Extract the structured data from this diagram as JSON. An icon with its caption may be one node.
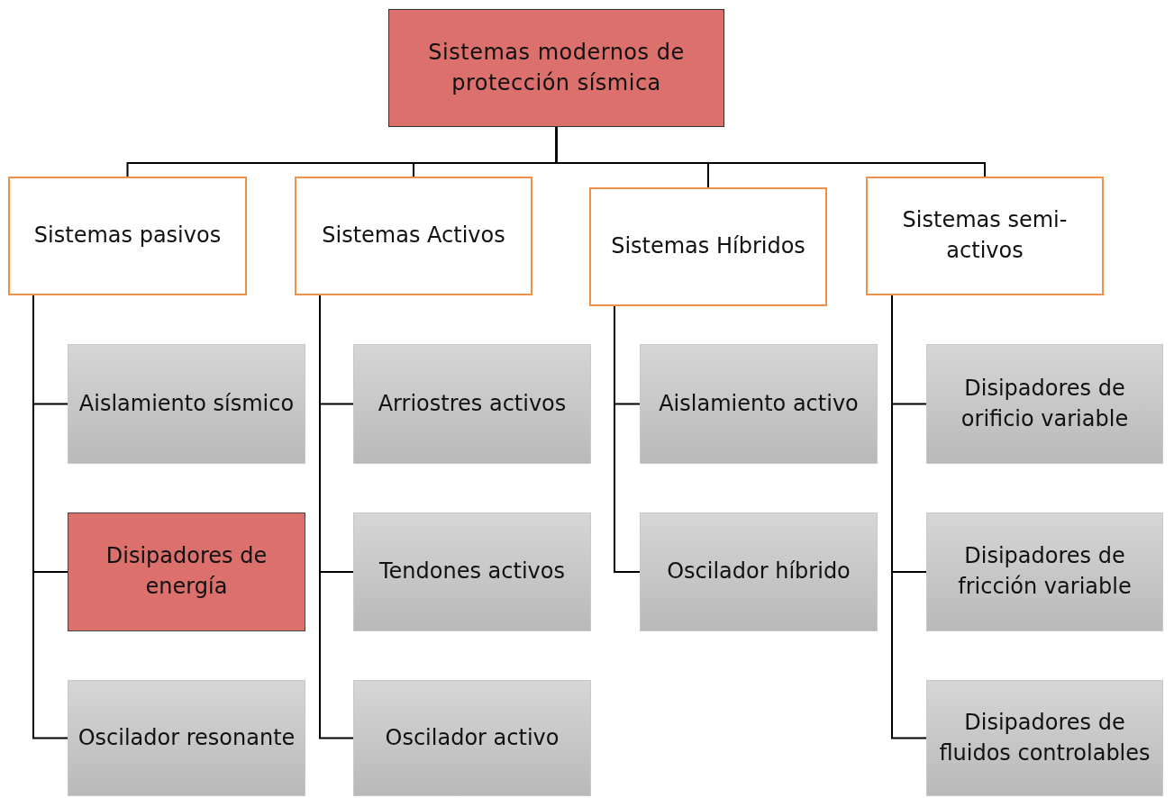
{
  "diagram": {
    "nodes": [
      {
        "text": [
          "Sistemas modernos de protección sísmica"
        ]
      },
      {
        "text": [
          "Sistemas pasivos"
        ]
      },
      {
        "text": [
          "Sistemas Activos"
        ]
      },
      {
        "text": [
          "Sistemas Híbridos"
        ]
      },
      {
        "text": [
          "Sistemas semi-activos"
        ]
      },
      {
        "text": [
          "Aislamiento sísmico"
        ]
      },
      {
        "text": [
          "Disipadores de energía"
        ]
      },
      {
        "text": [
          "Oscilador resonante"
        ]
      },
      {
        "text": [
          "Arriostres activos"
        ]
      },
      {
        "text": [
          "Tendones activos"
        ]
      },
      {
        "text": [
          "Oscilador activo"
        ]
      },
      {
        "text": [
          "Aislamiento activo"
        ]
      },
      {
        "text": [
          "Oscilador híbrido"
        ]
      },
      {
        "text": [
          "Disipadores de orificio variable"
        ]
      },
      {
        "text": [
          "Disipadores de fricción variable"
        ]
      },
      {
        "text": [
          "Disipadores de fluidos controlables"
        ]
      }
    ],
    "edges": [
      {
        "from": 0,
        "to": 1,
        "arrow": "none"
      },
      {
        "from": 0,
        "to": 2,
        "arrow": "none"
      },
      {
        "from": 0,
        "to": 3,
        "arrow": "none"
      },
      {
        "from": 0,
        "to": 4,
        "arrow": "none"
      },
      {
        "from": 1,
        "to": 5,
        "arrow": "none"
      },
      {
        "from": 1,
        "to": 6,
        "arrow": "none"
      },
      {
        "from": 1,
        "to": 7,
        "arrow": "none"
      },
      {
        "from": 2,
        "to": 8,
        "arrow": "none"
      },
      {
        "from": 2,
        "to": 9,
        "arrow": "none"
      },
      {
        "from": 2,
        "to": 10,
        "arrow": "none"
      },
      {
        "from": 3,
        "to": 11,
        "arrow": "none"
      },
      {
        "from": 3,
        "to": 12,
        "arrow": "none"
      },
      {
        "from": 4,
        "to": 13,
        "arrow": "none"
      },
      {
        "from": 4,
        "to": 14,
        "arrow": "none"
      },
      {
        "from": 4,
        "to": 15,
        "arrow": "none"
      }
    ]
  }
}
